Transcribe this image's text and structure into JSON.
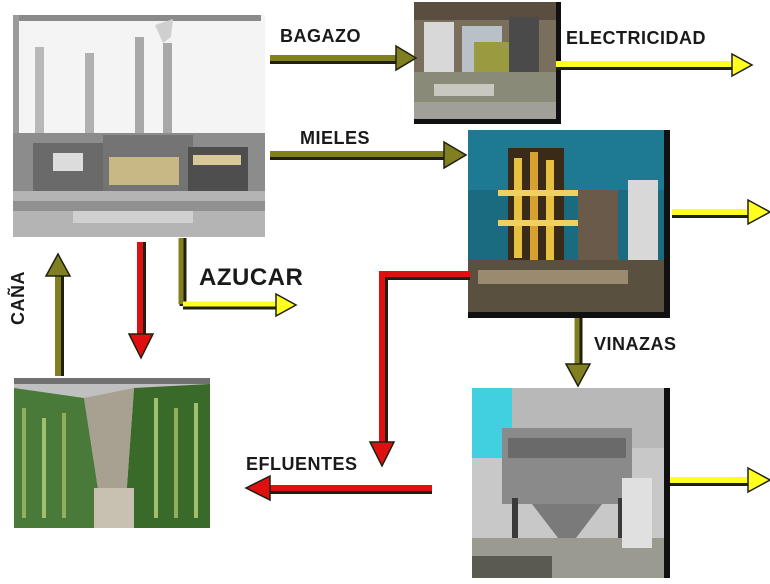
{
  "colors": {
    "olive_arrow": "#808020",
    "yellow_arrow": "#ffff20",
    "red_arrow": "#e01010",
    "black_outline": "#101010"
  },
  "labels": {
    "bagazo": "BAGAZO",
    "electricidad": "ELECTRICIDAD",
    "mieles": "MIELES",
    "azucar": "AZUCAR",
    "vinazas": "VINAZAS",
    "efluentes": "EFLUENTES",
    "cana": "CAÑA"
  },
  "nodes": [
    {
      "id": "sugar-mill",
      "icon": "factory-photo"
    },
    {
      "id": "power-plant",
      "icon": "power-plant-photo"
    },
    {
      "id": "distillery",
      "icon": "distillery-photo"
    },
    {
      "id": "vinasse-plant",
      "icon": "treatment-plant-photo"
    },
    {
      "id": "cane-field",
      "icon": "cane-field-photo"
    }
  ]
}
